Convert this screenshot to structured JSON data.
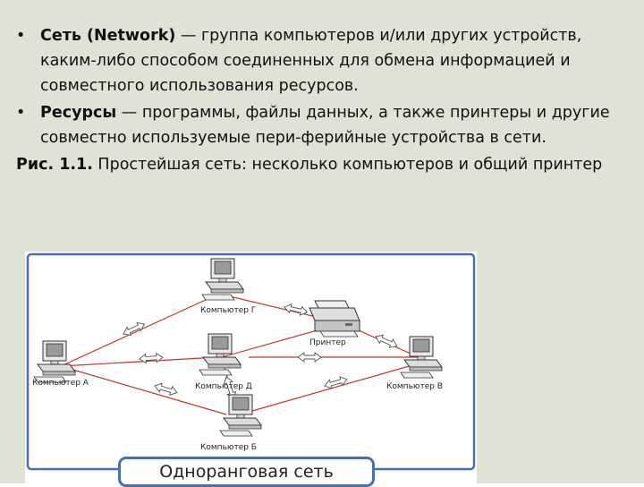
{
  "slide": {
    "bullets": [
      {
        "bullet": "•",
        "term": "Сеть (Network)",
        "text": " — группа компьютеров и/или других устройств, каким-либо способом соединенных для обмена информацией и совместного использования ресурсов."
      },
      {
        "bullet": "•",
        "term": "Ресурсы",
        "text": " — программы, файлы данных, а также принтеры и другие совместно используемые пери-ферийные устройства в сети."
      }
    ],
    "caption": {
      "label": "Рис. 1.1.",
      "text": " Простейшая сеть: несколько компьютеров и общий принтер"
    }
  },
  "diagram": {
    "title": "Одноранговая сеть",
    "nodes": {
      "computer_g": "Компьютер Г",
      "computer_a": "Компьютер А",
      "computer_d": "Компьютер Д",
      "computer_v": "Компьютер В",
      "computer_b": "Компьютер Б",
      "printer": "Принтер"
    },
    "colors": {
      "link": "#c0392b",
      "frame": "#4a6fb0"
    }
  }
}
